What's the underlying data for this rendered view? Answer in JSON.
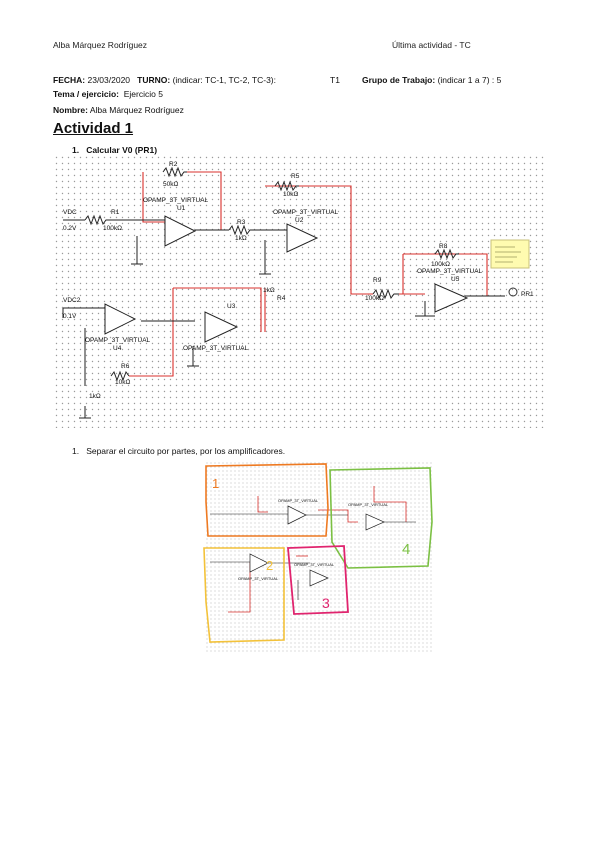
{
  "header": {
    "author": "Alba Márquez Rodríguez",
    "doc_title": "Última actividad - TC"
  },
  "meta": {
    "fecha_label": "FECHA:",
    "fecha_value": "23/03/2020",
    "turno_label": "TURNO:",
    "turno_value": "(indicar: TC-1, TC-2, TC-3):",
    "turno_sel": "T1",
    "grupo_label": "Grupo de Trabajo:",
    "grupo_value": "(indicar 1 a 7) : 5",
    "tema_label": "Tema / ejercicio:",
    "tema_value": "Ejercicio 5",
    "nombre_label": "Nombre:",
    "nombre_value": "Alba Márquez Rodríguez"
  },
  "section": {
    "title": "Actividad 1",
    "item1_num": "1.",
    "item1_text": "Calcular V0 (PR1)",
    "item2_num": "1.",
    "item2_text": "Separar el circuito por partes, por los amplificadores."
  },
  "circuit": {
    "vdc1": "VDC",
    "vdc1_val": "0.2V",
    "vdc2": "VDC2",
    "vdc2_val": "0.1V",
    "r1": "R1",
    "r1_val": "100kΩ",
    "r2": "R2",
    "r2_val": "50kΩ",
    "r3": "R3",
    "r3_val": "1kΩ",
    "r4": "1kΩ",
    "r4_name": "R4",
    "r5": "R5",
    "r5_val": "10kΩ",
    "r6": "R6",
    "r6_val": "10kΩ",
    "r7": "1kΩ",
    "r8": "R8",
    "r8_val": "100kΩ",
    "r9": "R9",
    "r9_val": "100kΩ",
    "u1": "OPAMP_3T_VIRTUAL",
    "u1_name": "U1",
    "u2": "OPAMP_3T_VIRTUAL",
    "u2_name": "U2",
    "u3": "OPAMP_3T_VIRTUAL",
    "u3_name": "U3",
    "u4": "OPAMP_3T_VIRTUAL",
    "u4_name": "U4",
    "u5": "OPAMP_3T_VIRTUAL",
    "u5_name": "U5",
    "probe": "PR1"
  },
  "annotations": {
    "part1": "1",
    "part2": "2",
    "part3": "3",
    "part4": "4"
  },
  "colors": {
    "wire": "#d9302c",
    "part1": "#ee7a22",
    "part2": "#f3c23a",
    "part3": "#e0246e",
    "part4": "#7bc043",
    "grid": "#9a9a9a"
  }
}
